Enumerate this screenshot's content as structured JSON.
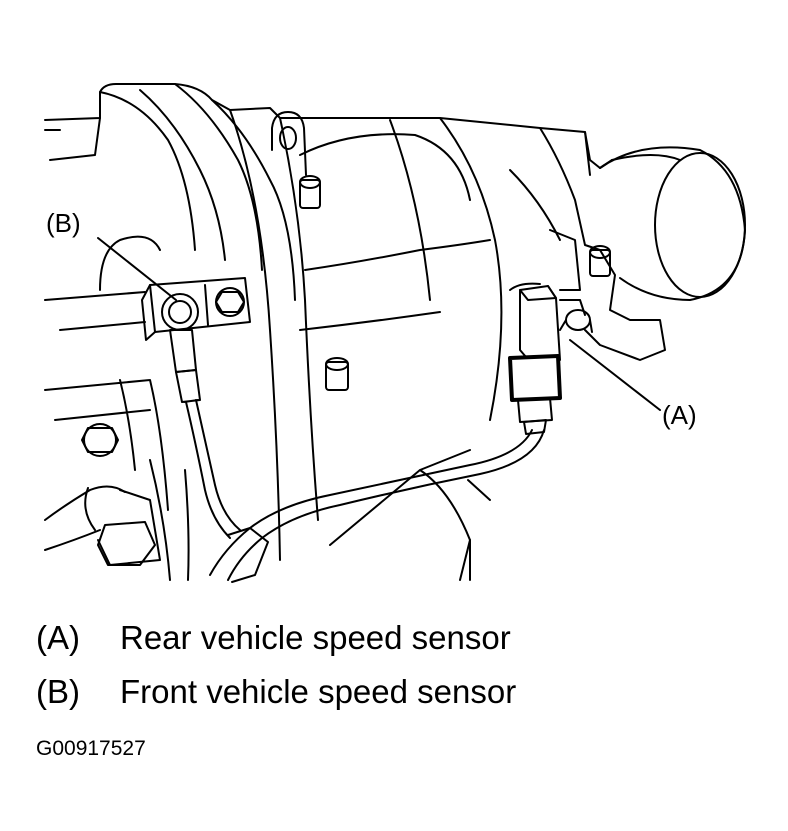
{
  "diagram": {
    "callouts": {
      "a": "(A)",
      "b": "(B)"
    }
  },
  "legend": [
    {
      "key": "(A)",
      "text": "Rear vehicle speed sensor"
    },
    {
      "key": "(B)",
      "text": "Front vehicle speed sensor"
    }
  ],
  "figure_code": "G00917527"
}
